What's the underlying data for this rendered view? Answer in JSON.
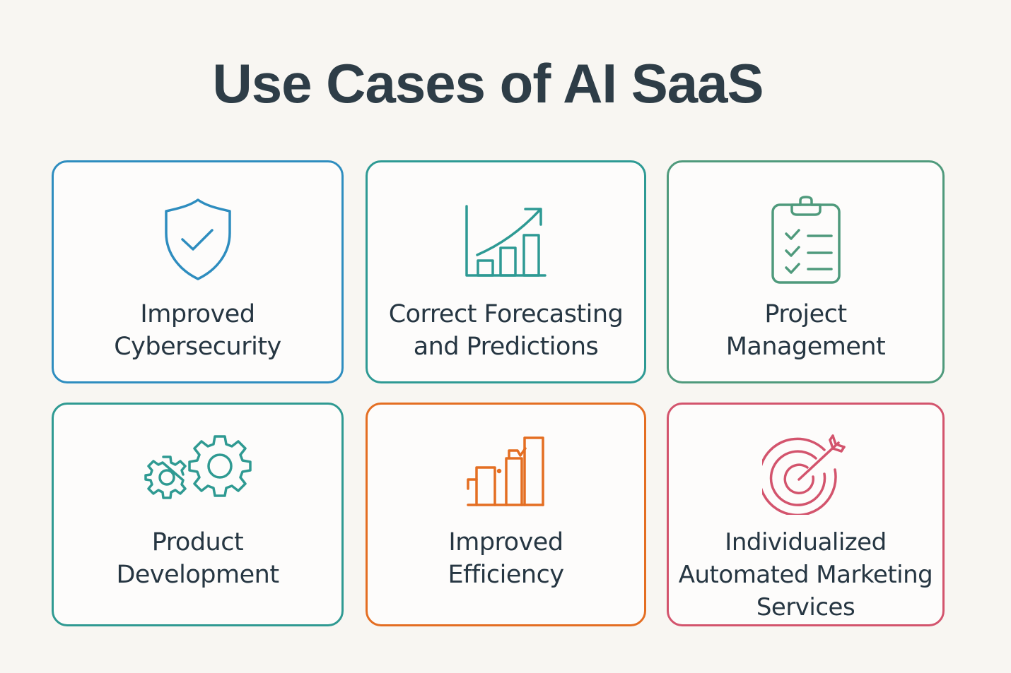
{
  "title": "Use Cases of AI SaaS",
  "colors": {
    "background": "#f8f6f2",
    "text": "#263642",
    "cybersecurity": "#2e8dbf",
    "forecasting": "#2e9a94",
    "project_management": "#4f9a7c",
    "product_development": "#2f9a92",
    "efficiency": "#e46e22",
    "marketing": "#d3546d"
  },
  "cards": [
    {
      "icon": "shield-check-icon",
      "lines": [
        "Improved",
        "Cybersecurity"
      ]
    },
    {
      "icon": "growth-chart-icon",
      "lines": [
        "Correct Forecasting",
        "and Predictions"
      ]
    },
    {
      "icon": "clipboard-checklist-icon",
      "lines": [
        "Project",
        "Management"
      ]
    },
    {
      "icon": "gears-icon",
      "lines": [
        "Product",
        "Development"
      ]
    },
    {
      "icon": "rising-bars-icon",
      "lines": [
        "Improved",
        "Efficiency"
      ]
    },
    {
      "icon": "target-arrow-icon",
      "lines": [
        "Individualized",
        "Automated Marketing",
        "Services"
      ]
    }
  ]
}
